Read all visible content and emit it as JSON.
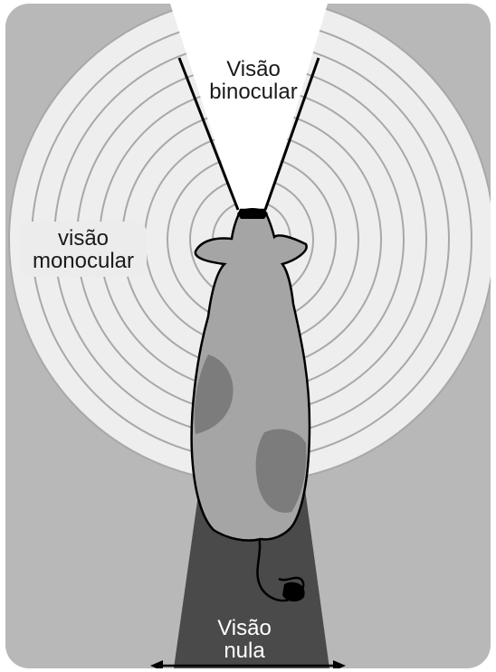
{
  "labels": {
    "binocular": "Visão\nbinocular",
    "monocular": "visão\nmonocular",
    "nula": "Visão\nnula"
  },
  "colors": {
    "background": "#b8b8b8",
    "rings_fill": "#eeeeee",
    "ring_lines": "#a8a8a8",
    "binocular_zone": "#ffffff",
    "blind_zone": "#4a4a4a",
    "cow_body": "#a5a5a5",
    "cow_patch": "#7c7c7c",
    "outline": "#000000"
  },
  "ring_count": 11
}
